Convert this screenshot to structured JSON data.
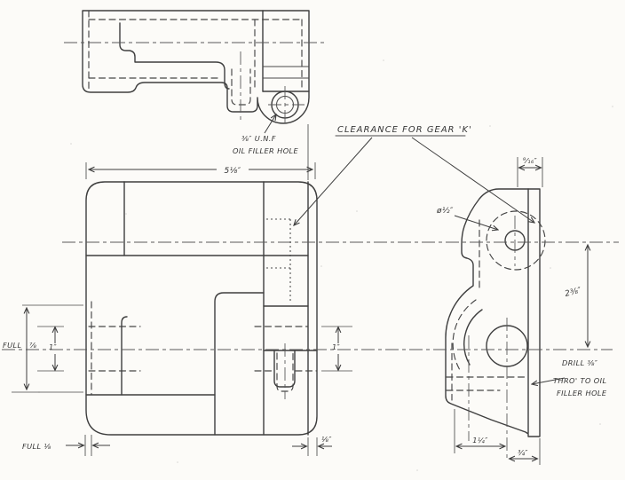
{
  "annotations": {
    "oil_filler_line1": "⅜″ U.N.F",
    "oil_filler_line2": "OIL FILLER HOLE",
    "clearance": "CLEARANCE FOR GEAR 'K'",
    "diameter_half": "ø½″",
    "drill_line1": "DRILL ⅜″",
    "drill_line2": "THRO' TO OIL",
    "drill_line3": "FILLER HOLE"
  },
  "dimensions": {
    "front_width": "5⅛″",
    "flange_width": "⁹⁄₁₆″",
    "center_distance": "2⅜″",
    "full_word": "FULL",
    "full_frac": "⅞",
    "one_inch_left": "1″",
    "one_inch_right": "1″",
    "full_one_eighth": "FULL ⅛",
    "one_eighth": "⅛″",
    "base_left": "1¼″",
    "base_right": "¾″"
  }
}
